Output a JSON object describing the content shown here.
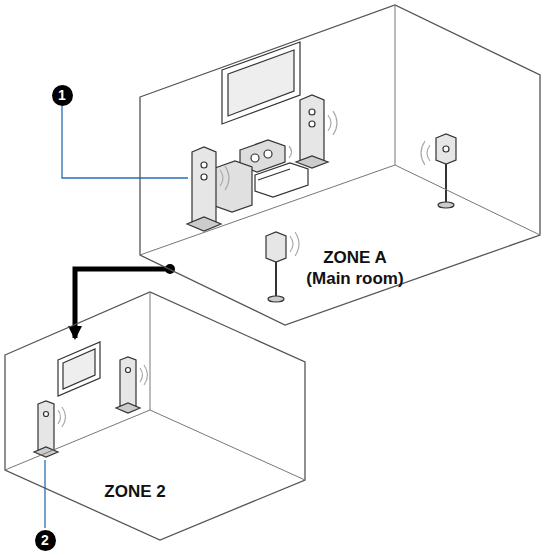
{
  "diagram": {
    "nodes": [
      {
        "text": [
          "ZONE A (Main room)"
        ]
      },
      {
        "text": [
          "ZONE 2"
        ]
      }
    ],
    "edges": [
      {
        "from": 0,
        "to": 1,
        "arrow": "to"
      }
    ],
    "labels": [
      "1",
      "2"
    ]
  }
}
